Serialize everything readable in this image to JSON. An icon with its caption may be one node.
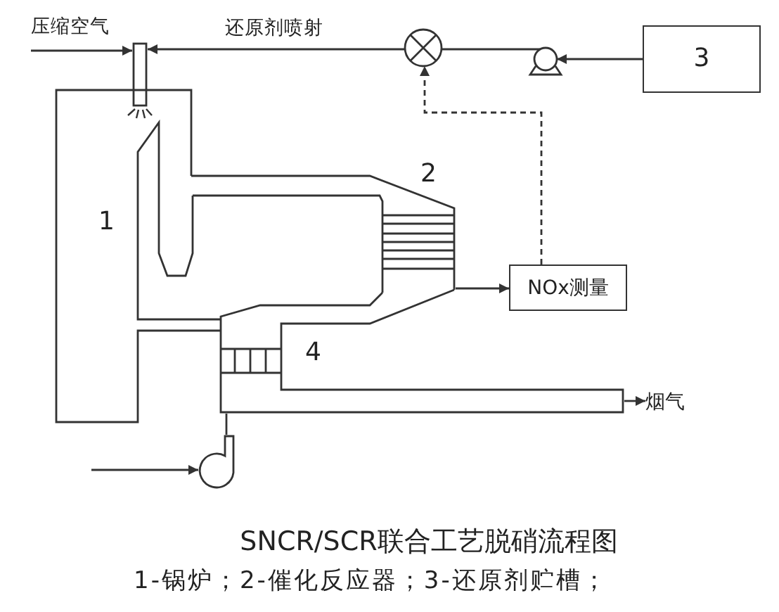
{
  "diagram": {
    "title": "SNCR/SCR联合工艺脱硝流程图",
    "caption": "1-锅炉；2-催化反应器；3-还原剂贮槽；",
    "nodes": [
      {
        "text": [],
        "shape": "box"
      },
      {
        "text": [],
        "shape": "circle"
      },
      {
        "text": [],
        "shape": "picture"
      },
      {
        "text": [
          "3"
        ]
      },
      {
        "text": [
          "1"
        ]
      },
      {
        "text": [
          "2"
        ]
      },
      {
        "text": [
          "NOx测量"
        ]
      },
      {
        "text": [
          "4"
        ]
      },
      {
        "text": [
          "烟气"
        ]
      },
      {
        "text": [],
        "shape": "picture"
      }
    ],
    "edges": [
      {
        "from": null,
        "to": 0,
        "arrow": "to",
        "label": "压缩空气"
      },
      {
        "from": 1,
        "to": 0,
        "arrow": "to",
        "label": "还原剂喷射"
      },
      {
        "from": 2,
        "to": 1,
        "arrow": "none"
      },
      {
        "from": 3,
        "to": 2,
        "arrow": "to"
      },
      {
        "from": 6,
        "to": 1,
        "arrow": "to",
        "style": "dashed"
      },
      {
        "from": 5,
        "to": 6,
        "arrow": "to"
      },
      {
        "from": 7,
        "to": 8,
        "arrow": "to"
      },
      {
        "from": null,
        "to": 9,
        "arrow": "to"
      },
      {
        "from": 9,
        "to": 7,
        "arrow": "none"
      }
    ]
  }
}
